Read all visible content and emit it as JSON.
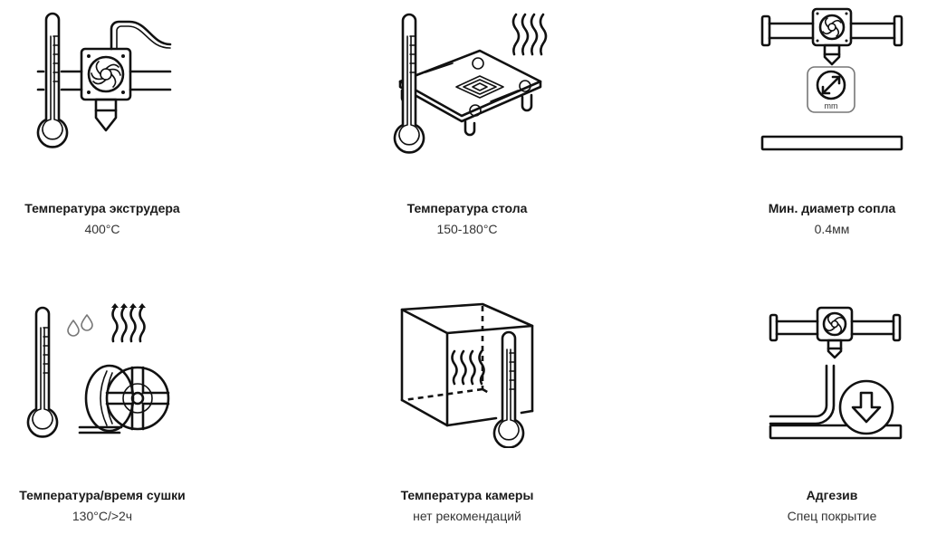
{
  "specs": [
    {
      "icon": "extruder-temperature-icon",
      "title": "Температура экструдера",
      "value": "400°C"
    },
    {
      "icon": "bed-temperature-icon",
      "title": "Температура стола",
      "value": "150-180°C"
    },
    {
      "icon": "nozzle-diameter-icon",
      "title": "Мин. диаметр сопла",
      "value": "0.4мм",
      "icon_label": "mm"
    },
    {
      "icon": "drying-icon",
      "title": "Температура/время сушки",
      "value": "130°C/>2ч"
    },
    {
      "icon": "chamber-temperature-icon",
      "title": "Температура камеры",
      "value": "нет рекомендаций"
    },
    {
      "icon": "adhesive-icon",
      "title": "Адгезив",
      "value": "Спец покрытие"
    }
  ]
}
